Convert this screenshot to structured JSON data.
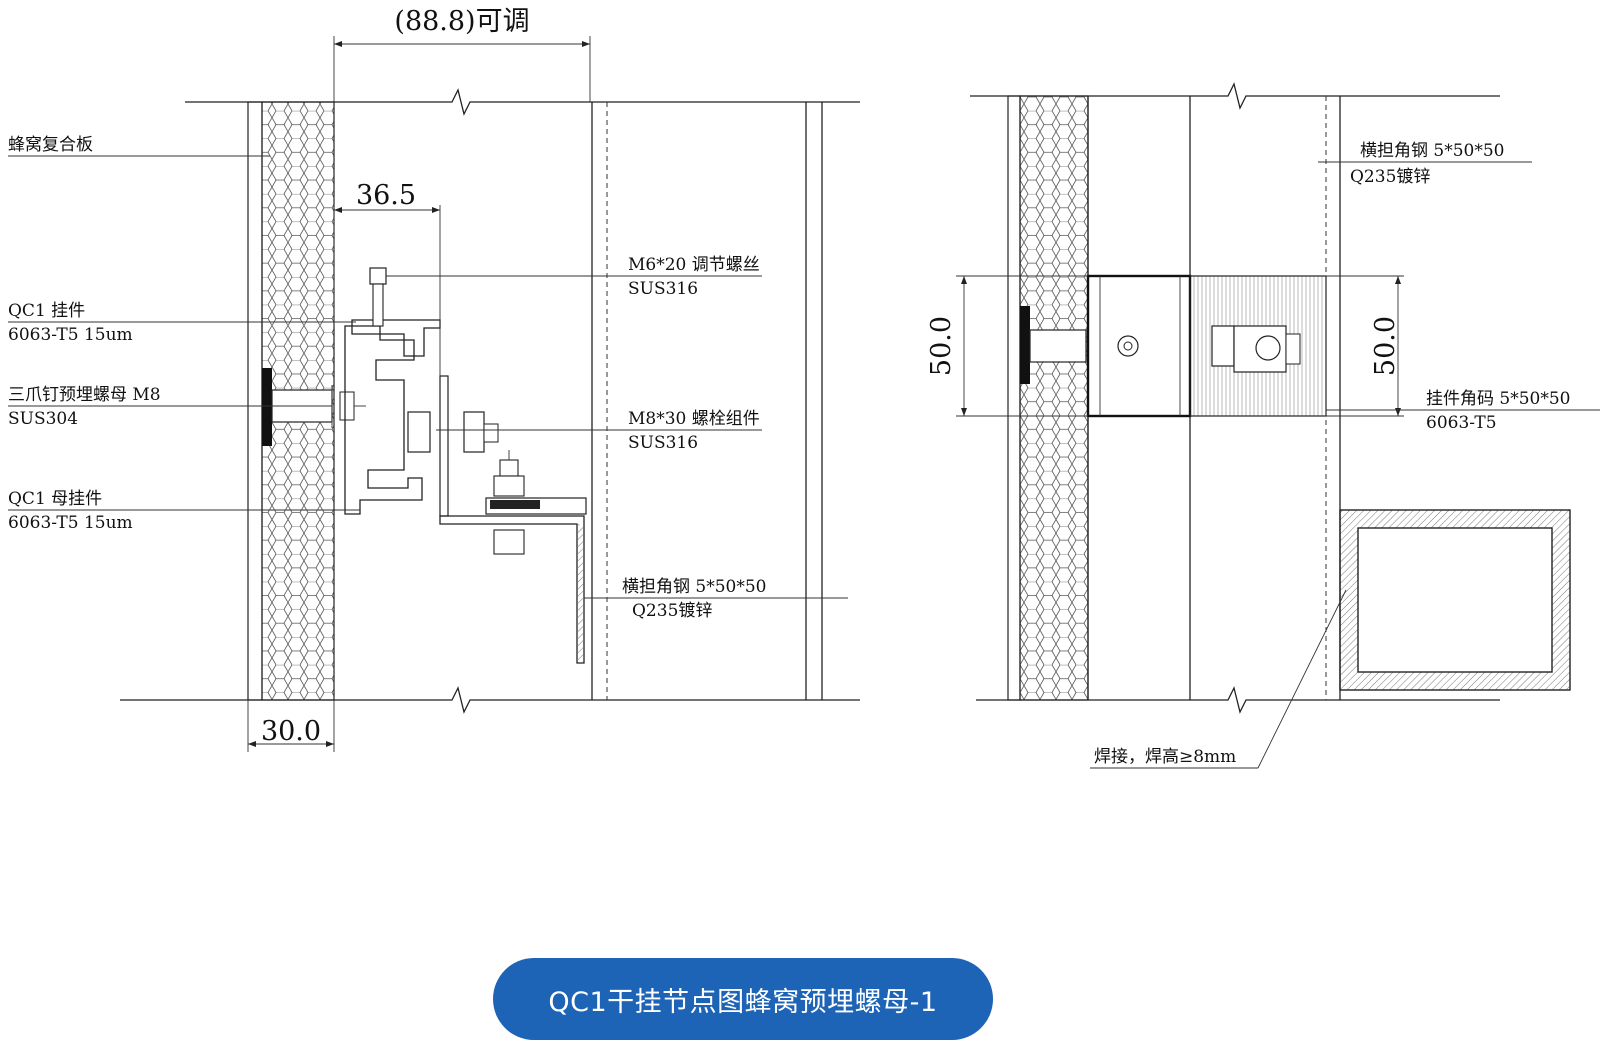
{
  "caption": "QC1干挂节点图蜂窝预埋螺母-1",
  "dimensions": {
    "top_adjust": "(88.8)可调",
    "offset": "36.5",
    "bottom": "30.0",
    "height_left": "50.0",
    "height_right": "50.0"
  },
  "left_labels": {
    "panel": "蜂窝复合板",
    "qc1_hanger": "QC1 挂件",
    "qc1_hanger_spec": "6063-T5  15um",
    "nut": "三爪钉预埋螺母 M8",
    "nut_spec": "SUS304",
    "female_hanger": "QC1 母挂件",
    "female_hanger_spec": "6063-T5  15um",
    "adjust_screw": "M6*20 调节螺丝",
    "adjust_screw_spec": "SUS316",
    "bolt_set": "M8*30 螺栓组件",
    "bolt_set_spec": "SUS316",
    "angle_steel": "横担角钢 5*50*50",
    "angle_steel_spec": "Q235镀锌"
  },
  "right_labels": {
    "angle_steel": "横担角钢  5*50*50",
    "angle_steel_spec": "Q235镀锌",
    "hanger_code": "挂件角码  5*50*50",
    "hanger_code_spec": "6063-T5",
    "weld": "焊接，焊高≥8mm"
  },
  "colors": {
    "caption_bg": "#1d63b6",
    "caption_text": "#ffffff",
    "line": "#222222"
  }
}
